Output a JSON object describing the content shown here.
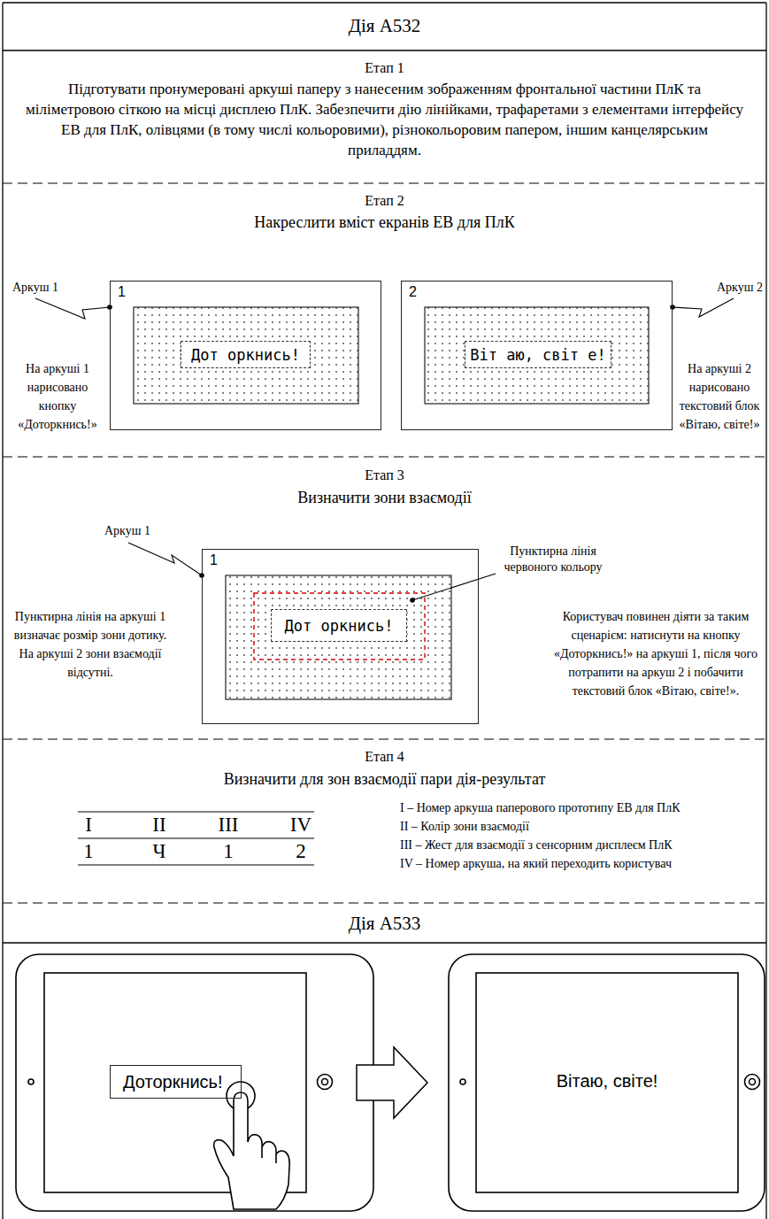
{
  "diagram": {
    "title": "Дія А532",
    "nodes": [
      {
        "text": [
          "1"
        ]
      },
      {
        "text": [
          "Дот оркнись!"
        ],
        "in": 0
      },
      {
        "text": [
          "2"
        ]
      },
      {
        "text": [
          "Віт аю, світ е!"
        ],
        "in": 2
      },
      {
        "text": [
          "1"
        ]
      },
      {
        "text": [
          "Дот оркнись!"
        ],
        "in": 4
      },
      {
        "text": [
          "Доторкнись!"
        ]
      }
    ],
    "labels": [
      "Етап 1",
      "Підготувати пронумеровані аркуші паперу з нанесеним зображенням фронтальної частини ПлК та міліметровою сіткою на місці дисплею ПлК. Забезпечити дію лінійками, трафаретами з елементами інтерфейсу ЕВ для ПлК, олівцями (в тому числі кольоровими), різнокольоровим папером, іншим канцелярським приладдям.",
      "Етап 2",
      "Накреслити вміст екранів ЕВ для ПлК",
      "Аркуш 1",
      "Аркуш 2",
      "На аркуші 1 нарисовано кнопку «Доторкнись!»",
      "На аркуші 2 нарисовано текстовий блок «Вітаю, світе!»",
      "Етап 3",
      "Визначити зони взаємодії",
      "Аркуш 1",
      "Пунктирна лінія червоного кольору",
      "Пунктирна лінія на аркуші 1 визначає розмір зони дотику. На аркуші 2 зони взаємодії відсутні.",
      "Користувач повинен діяти за таким сценарієм: натиснути на кнопку «Доторкнись!» на аркуші 1, після чого потрапити на аркуш 2 і побачити текстовий блок «Вітаю, світе!».",
      "Етап 4",
      "Визначити для зон взаємодії пари дія-результат",
      "I",
      "II",
      "III",
      "IV",
      "1",
      "Ч",
      "1",
      "2",
      "I – Номер аркуша паперового прототипу ЕВ для ПлК",
      "II – Колір зони взаємодії",
      "III – Жест для взаємодії з сенсорним дисплеєм ПлК",
      "IV – Номер аркуша, на який переходить користувач",
      "Дія А533",
      "Вітаю, світе!"
    ]
  }
}
